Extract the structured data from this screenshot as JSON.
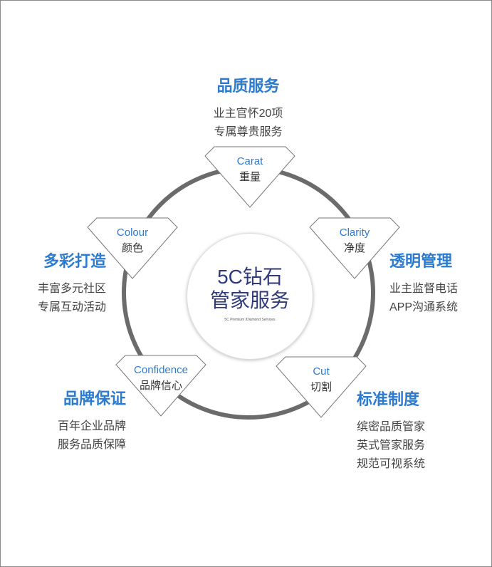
{
  "center": {
    "line1": "5C钻石",
    "line2": "管家服务",
    "subtitle": "5C Premium /Diamond Services"
  },
  "diamonds": [
    {
      "en": "Carat",
      "cn": "重量"
    },
    {
      "en": "Clarity",
      "cn": "净度"
    },
    {
      "en": "Cut",
      "cn": "切割"
    },
    {
      "en": "Confidence",
      "cn": "品牌信心"
    },
    {
      "en": "Colour",
      "cn": "颜色"
    }
  ],
  "blocks": [
    {
      "title": "品质服务",
      "lines": [
        "业主官怀20项",
        "专属尊贵服务"
      ]
    },
    {
      "title": "透明管理",
      "lines": [
        "业主监督电话",
        "APP沟通系统"
      ]
    },
    {
      "title": "标准制度",
      "lines": [
        "缤密品质管家",
        "英式管家服务",
        "规范可视系统"
      ]
    },
    {
      "title": "品牌保证",
      "lines": [
        "百年企业品牌",
        "服务品质保障"
      ]
    },
    {
      "title": "多彩打造",
      "lines": [
        "丰富多元社区",
        "专属互动活动"
      ]
    }
  ],
  "colors": {
    "accent": "#2b7bd1",
    "center_text": "#2f3a7c",
    "ring": "#6b6b6b"
  }
}
